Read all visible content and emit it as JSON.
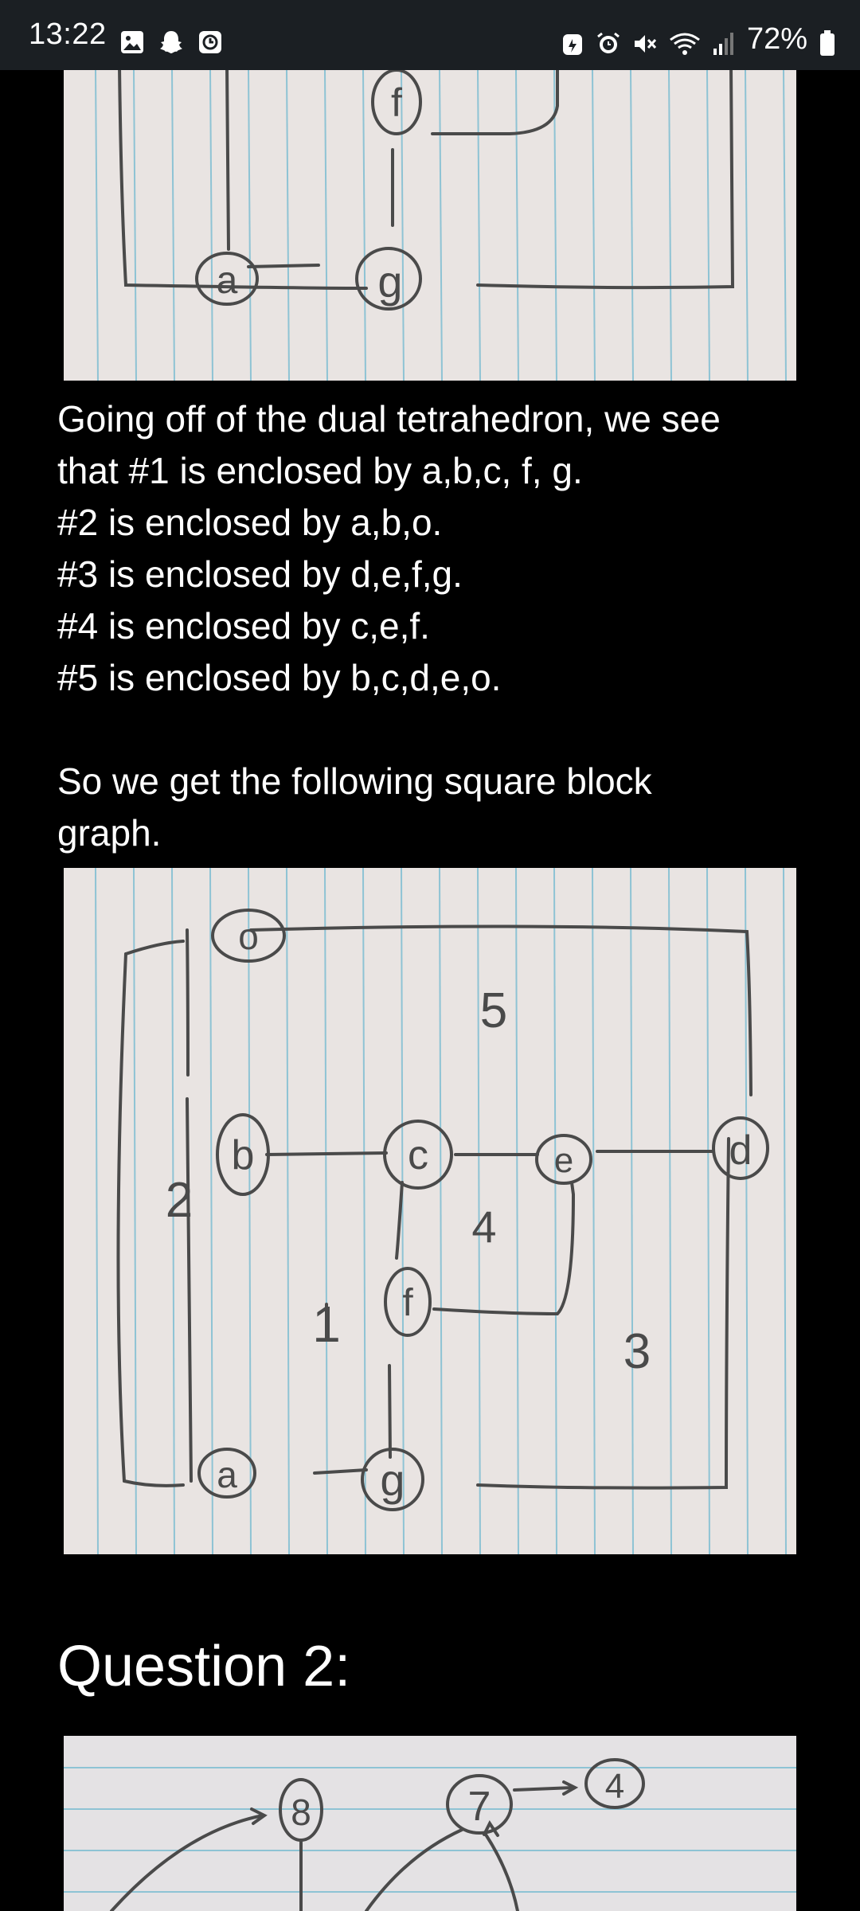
{
  "status_bar": {
    "time": "13:22",
    "battery": "72%",
    "left_icons": [
      "gallery-icon",
      "snapchat-icon",
      "clock-app-icon"
    ],
    "right_icons": [
      "battery-saver-icon",
      "alarm-icon",
      "mute-icon",
      "wifi-icon",
      "signal-icon",
      "battery-icon"
    ]
  },
  "paragraph1": {
    "line1": "Going off of the dual tetrahedron, we see",
    "line2": "that #1 is enclosed by a,b,c, f, g.",
    "line3": "#2 is enclosed by a,b,o.",
    "line4": "#3 is enclosed by d,e,f,g.",
    "line5": "#4 is enclosed by c,e,f.",
    "line6": "#5 is enclosed by b,c,d,e,o."
  },
  "paragraph2": {
    "line1": "So we get the following square block",
    "line2": "graph."
  },
  "heading": "Question 2:",
  "sketch_labels": {
    "a": "a",
    "b": "b",
    "c": "c",
    "d": "d",
    "e": "e",
    "f": "f",
    "g": "g",
    "o": "o",
    "r1": "1",
    "r2": "2",
    "r3": "3",
    "r4": "4",
    "r5": "5",
    "q8": "8",
    "q7": "7",
    "q4": "4"
  },
  "colors": {
    "paper": "#e9e4e2",
    "rule": "#8ec3d4",
    "pencil": "#4a4a4a",
    "status_bg": "#1b1f23"
  }
}
